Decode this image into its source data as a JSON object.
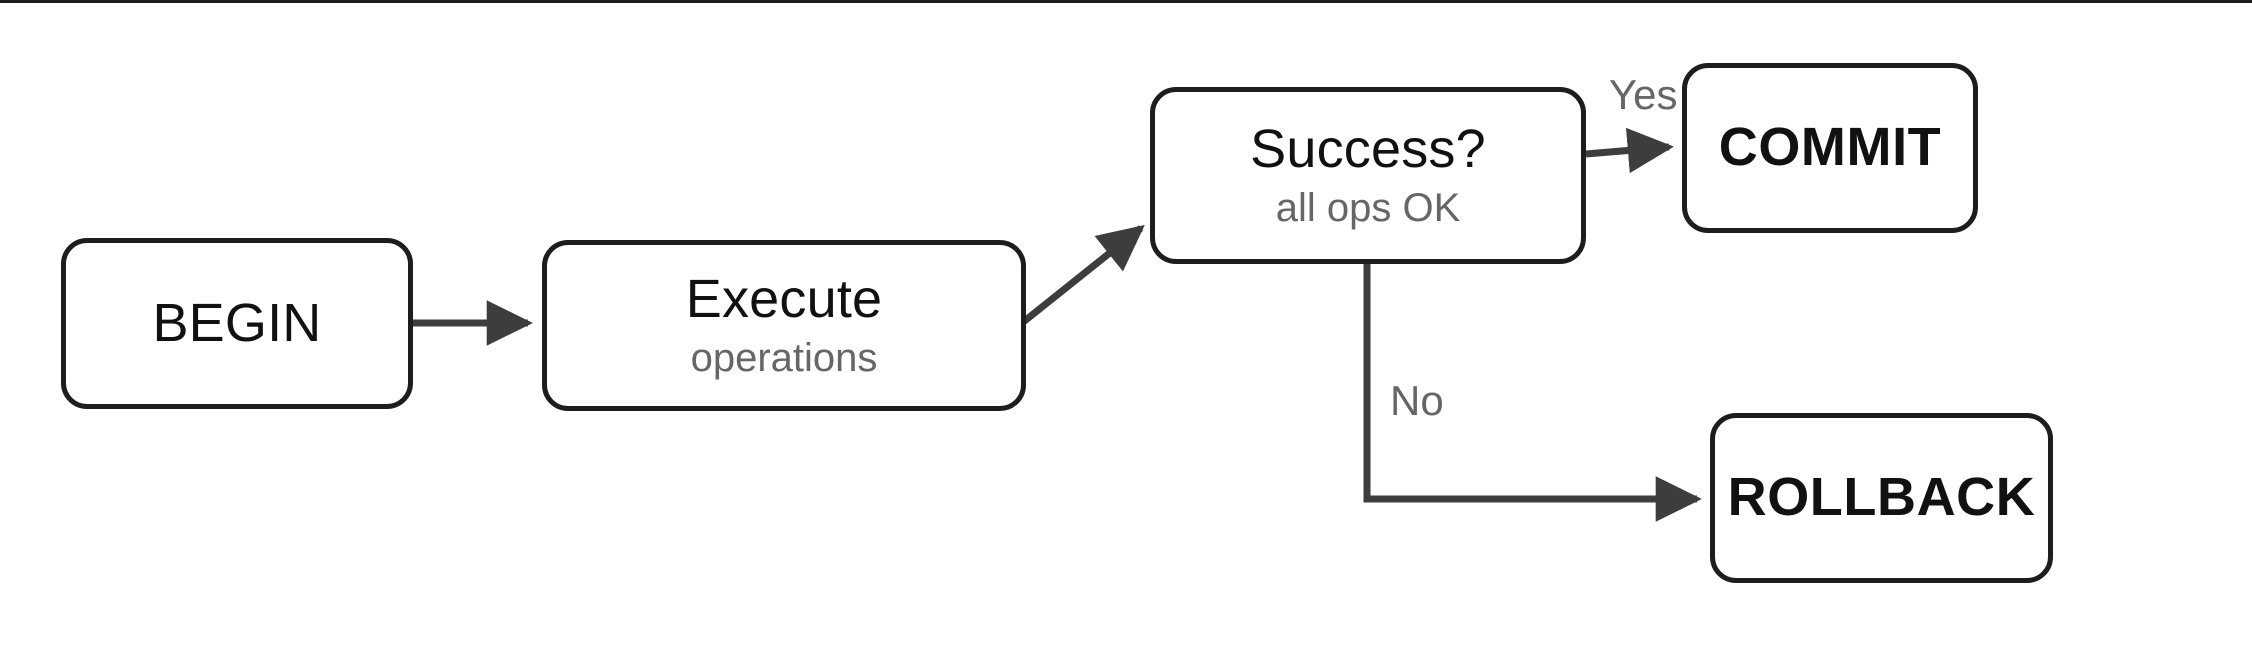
{
  "diagram": {
    "type": "flowchart",
    "orientation": "left-to-right",
    "style": {
      "node_border_color": "#1d1d1d",
      "node_fill_color": "#ffffff",
      "node_title_color": "#111111",
      "node_subtitle_color": "#666666",
      "edge_color": "#3d3d3d",
      "edge_label_color": "#666666",
      "top_rule_color": "#1d1d1d"
    },
    "nodes": [
      {
        "id": "begin",
        "title": "BEGIN",
        "subtitle": "",
        "emphasis": "normal"
      },
      {
        "id": "execute",
        "title": "Execute",
        "subtitle": "operations",
        "emphasis": "normal"
      },
      {
        "id": "success",
        "title": "Success?",
        "subtitle": "all ops OK",
        "emphasis": "normal"
      },
      {
        "id": "commit",
        "title": "COMMIT",
        "subtitle": "",
        "emphasis": "bold"
      },
      {
        "id": "rollback",
        "title": "ROLLBACK",
        "subtitle": "",
        "emphasis": "bold"
      }
    ],
    "edges": [
      {
        "id": "begin-execute",
        "from": "begin",
        "to": "execute",
        "label": "",
        "shape": "straight"
      },
      {
        "id": "execute-success",
        "from": "execute",
        "to": "success",
        "label": "",
        "shape": "diagonal"
      },
      {
        "id": "success-commit",
        "from": "success",
        "to": "commit",
        "label": "Yes",
        "shape": "straight"
      },
      {
        "id": "success-rollback",
        "from": "success",
        "to": "rollback",
        "label": "No",
        "shape": "elbow"
      }
    ]
  }
}
